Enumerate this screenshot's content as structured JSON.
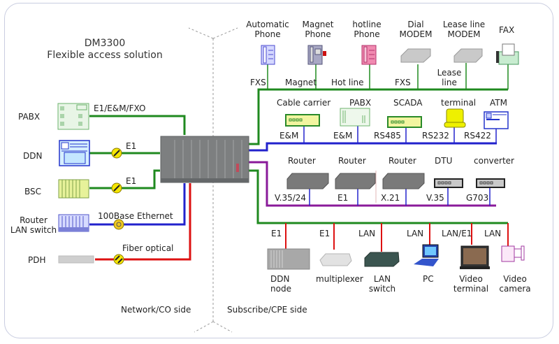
{
  "title": {
    "line1": "DM3300",
    "line2": "Flexible access solution"
  },
  "sides": {
    "network": "Network/CO side",
    "subscriber": "Subscribe/CPE side"
  },
  "colors": {
    "green_bus": "#1f8a1f",
    "blue_bus": "#2222cc",
    "purple_bus": "#8a1a9a",
    "red_line": "#dd1111",
    "connector_yellow": "#f5e600"
  },
  "network_side": [
    {
      "device": "PABX",
      "link": "E1/E&M/FXO",
      "line_color": "green",
      "icon": "pabx-icon"
    },
    {
      "device": "DDN",
      "link": "E1",
      "line_color": "green",
      "icon": "ddn-icon"
    },
    {
      "device": "BSC",
      "link": "E1",
      "line_color": "green",
      "icon": "bsc-icon"
    },
    {
      "device_line1": "Router",
      "device_line2": "LAN switch",
      "link": "100Base Ethernet",
      "line_color": "blue",
      "icon": "router-switch-icon"
    },
    {
      "device": "PDH",
      "link": "Fiber optical",
      "line_color": "red",
      "icon": "pdh-icon"
    }
  ],
  "voice_bus": [
    {
      "name_line1": "Automatic",
      "name_line2": "Phone",
      "interface": "FXS",
      "icon": "automatic-phone-icon"
    },
    {
      "name_line1": "Magnet",
      "name_line2": "Phone",
      "interface": "Magnet",
      "icon": "magnet-phone-icon"
    },
    {
      "name_line1": "hotline",
      "name_line2": "Phone",
      "interface": "Hot line",
      "icon": "hotline-phone-icon"
    },
    {
      "name_line1": "Dial",
      "name_line2": "MODEM",
      "interface": "FXS",
      "icon": "dial-modem-icon"
    },
    {
      "name_line1": "Lease line",
      "name_line2": "MODEM",
      "interface_line1": "Lease",
      "interface_line2": "line",
      "icon": "lease-modem-icon"
    },
    {
      "name": "FAX",
      "icon": "fax-icon"
    }
  ],
  "serial_bus": [
    {
      "name": "Cable carrier",
      "interface": "E&M",
      "icon": "cable-carrier-icon"
    },
    {
      "name": "PABX",
      "interface": "E&M",
      "icon": "pabx-icon"
    },
    {
      "name": "SCADA",
      "interface": "RS485",
      "icon": "scada-icon"
    },
    {
      "name": "terminal",
      "interface": "RS232",
      "icon": "terminal-icon"
    },
    {
      "name": "ATM",
      "interface": "RS422",
      "icon": "atm-icon"
    }
  ],
  "data_bus": [
    {
      "name": "Router",
      "interface": "V.35/24",
      "icon": "router-icon"
    },
    {
      "name": "Router",
      "interface": "E1",
      "icon": "router-icon"
    },
    {
      "name": "Router",
      "interface": "X.21",
      "icon": "router-icon"
    },
    {
      "name": "DTU",
      "interface": "V.35",
      "icon": "dtu-icon"
    },
    {
      "name": "converter",
      "interface": "G703",
      "icon": "converter-icon"
    }
  ],
  "lan_bus": [
    {
      "name_line1": "DDN",
      "name_line2": "node",
      "interface": "E1",
      "icon": "ddn-node-icon"
    },
    {
      "name": "multiplexer",
      "interface": "E1",
      "icon": "multiplexer-icon"
    },
    {
      "name_line1": "LAN",
      "name_line2": "switch",
      "interface": "LAN",
      "icon": "lan-switch-icon"
    },
    {
      "name": "PC",
      "interface": "LAN",
      "icon": "pc-icon"
    },
    {
      "name_line1": "Video",
      "name_line2": "terminal",
      "interface": "LAN/E1",
      "icon": "video-terminal-icon"
    },
    {
      "name_line1": "Video",
      "name_line2": "camera",
      "interface": "LAN",
      "icon": "video-camera-icon"
    }
  ]
}
